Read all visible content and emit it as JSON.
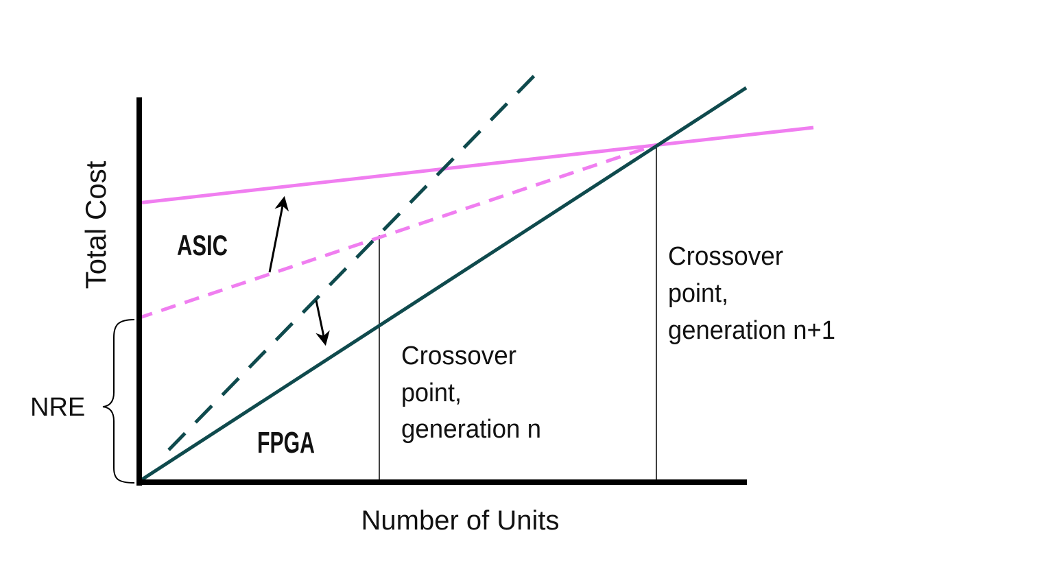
{
  "axes": {
    "y_label": "Total Cost",
    "x_label": "Number of Units"
  },
  "labels": {
    "asic": "ASIC",
    "fpga": "FPGA",
    "nre": "NRE",
    "crossover_n": [
      "Crossover",
      "point,",
      "generation n"
    ],
    "crossover_n1": [
      "Crossover",
      "point,",
      "generation n+1"
    ]
  },
  "colors": {
    "asic_line": "#f07ef0",
    "fpga_line": "#0f4a4d",
    "axis": "#000000",
    "arrow": "#000000"
  },
  "icons": {
    "asic_shift": "arrow-up-icon",
    "fpga_shift": "arrow-down-icon",
    "nre_bracket": "curly-brace-icon"
  }
}
